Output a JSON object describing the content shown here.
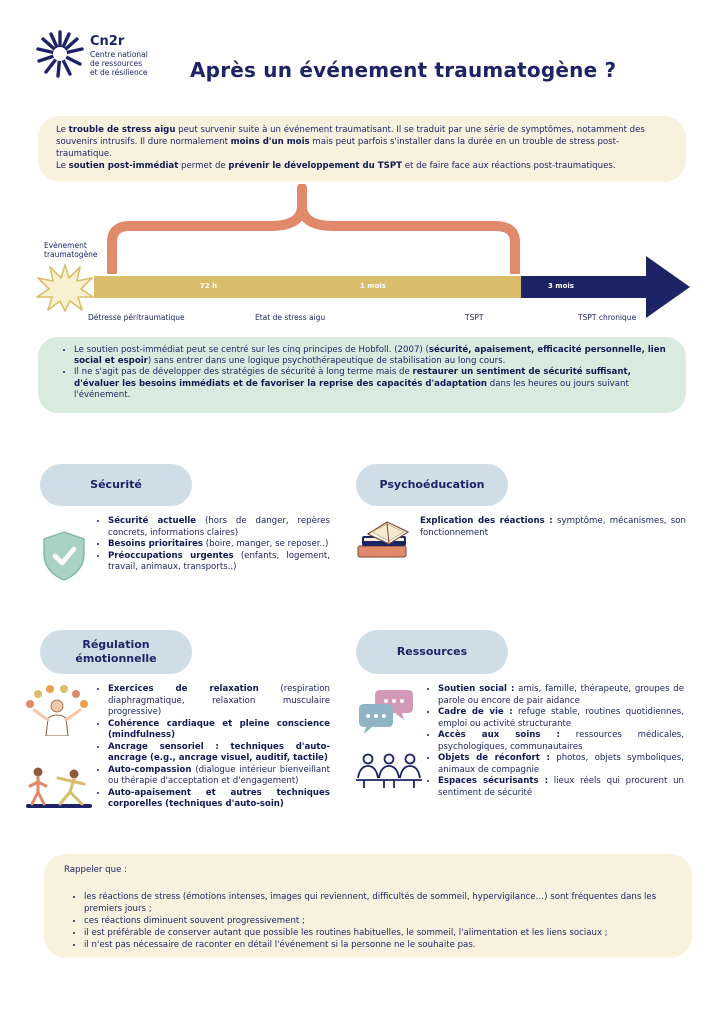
{
  "header": {
    "logo_name": "Cn2r",
    "logo_subtitle_1": "Centre national",
    "logo_subtitle_2": "de ressources",
    "logo_subtitle_3": "et de résilience",
    "title": "Après un événement traumatogène ?"
  },
  "intro": {
    "p1_a": "Le ",
    "p1_b": "trouble de stress aigu",
    "p1_c": " peut survenir suite à un événement traumatisant. Il se traduit par une série de symptômes, notamment des souvenirs intrusifs. Il dure normalement ",
    "p1_d": "moins d'un mois",
    "p1_e": " mais peut parfois s'installer dans la durée en un trouble de stress post-traumatique.",
    "p2_a": "Le ",
    "p2_b": "soutien post-immédiat",
    "p2_c": " permet de ",
    "p2_d": "prévenir le développement du TSPT",
    "p2_e": " et de faire face aux réactions post-traumatiques."
  },
  "timeline": {
    "event_label_1": "Evènement",
    "event_label_2": "traumatogène",
    "mark_72h": "72 h",
    "mark_1m": "1 mois",
    "mark_3m": "3 mois",
    "phase_1": "Détresse péritraumatique",
    "phase_2": "Etat de stress aigu",
    "phase_3": "TSPT",
    "phase_4": "TSPT chronique"
  },
  "principles": {
    "b1_a": "Le soutien post-immédiat peut se centré sur les cinq principes de Hobfoll. (2007) (",
    "b1_b": "sécurité, apaisement, efficacité personnelle, lien social et espoir",
    "b1_c": ") sans entrer dans une logique psychothérapeutique de stabilisation au long cours.",
    "b2_a": "Il ne s'agit pas de développer des stratégies de sécurité à long terme mais de ",
    "b2_b": "restaurer un sentiment de sécurité suffisant, d'évaluer les besoins immédiats et de favoriser la reprise des capacités d'adaptation",
    "b2_c": " dans les heures ou jours suivant l'événement."
  },
  "securite": {
    "title": "Sécurité",
    "items": [
      {
        "bold": "Sécurité actuelle",
        "text": " (hors de danger, repères concrets, informations claires)"
      },
      {
        "bold": "Besoins prioritaires",
        "text": " (boire, manger, se reposer..)"
      },
      {
        "bold": "Préoccupations urgentes",
        "text": " (enfants, logement, travail, animaux, transports..)"
      }
    ]
  },
  "psychoeducation": {
    "title": "Psychoéducation",
    "bold": "Explication des réactions :",
    "text": " symptôme, mécanismes, son fonctionnement"
  },
  "regulation": {
    "title_1": "Régulation",
    "title_2": "émotionnelle",
    "items": [
      {
        "bold": "Exercices de relaxation",
        "text": " (respiration diaphragmatique, relaxation musculaire progressive)"
      },
      {
        "bold": "Cohérence cardiaque et pleine conscience (mindfulness)",
        "text": ""
      },
      {
        "bold": "Ancrage sensoriel : techniques d'auto-ancrage (e.g., ancrage visuel, auditif, tactile)",
        "text": ""
      },
      {
        "bold": "Auto-compassion",
        "text": " (dialogue intérieur bienveillant ou thérapie d'acceptation et d'engagement)"
      },
      {
        "bold": "Auto-apaisement et autres techniques corporelles (techniques d'auto-soin)",
        "text": ""
      }
    ]
  },
  "ressources": {
    "title": "Ressources",
    "items": [
      {
        "bold": "Soutien social :",
        "text": " amis, famille, thérapeute, groupes de parole ou encore de pair aidance"
      },
      {
        "bold": "Cadre de vie :",
        "text": " refuge stable, routines quotidiennes, emploi ou activité structurante"
      },
      {
        "bold": "Accès aux soins :",
        "text": " ressources médicales, psychologiques, communautaires"
      },
      {
        "bold": "Objets de réconfort :",
        "text": " photos, objets symboliques, animaux de compagnie"
      },
      {
        "bold": "Espaces sécurisants :",
        "text": " lieux réels qui procurent un sentiment de sécurité"
      }
    ]
  },
  "recall": {
    "title": "Rappeler que :",
    "items": [
      "les réactions de stress (émotions intenses, images qui reviennent, difficultés de sommeil, hypervigilance…) sont fréquentes dans les premiers jours ;",
      "ces réactions diminuent souvent progressivement ;",
      "il est préférable de conserver autant que possible les routines habituelles, le sommeil, l'alimentation et les liens sociaux ;",
      "il n'est pas nécessaire de raconter en détail l'événement si la personne ne le souhaite pas."
    ]
  },
  "colors": {
    "navy": "#1d2466",
    "salmon": "#e0896b",
    "gold": "#d9bd6a",
    "cream": "#f7f1de",
    "mint": "#d9ebde",
    "pill_blue": "#cfdde6"
  }
}
